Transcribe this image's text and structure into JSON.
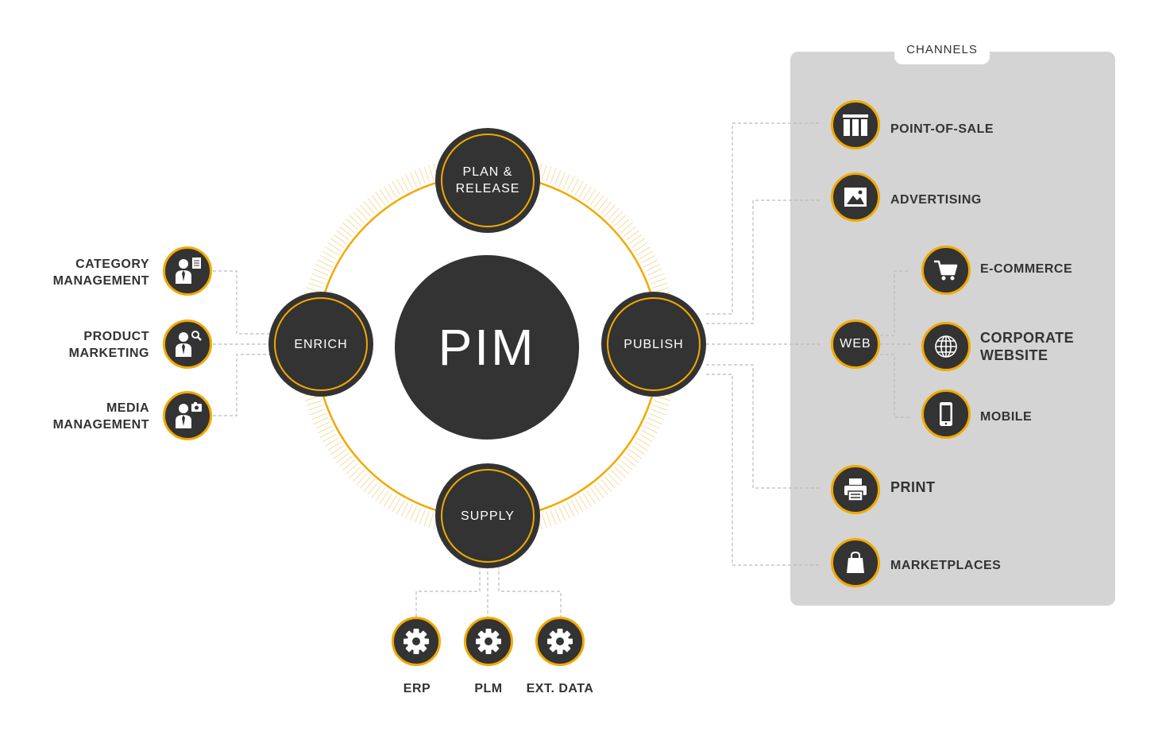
{
  "center": {
    "label": "PIM"
  },
  "stages": {
    "plan_release": "PLAN &\nRELEASE",
    "enrich": "ENRICH",
    "publish": "PUBLISH",
    "supply": "SUPPLY"
  },
  "enrich_sources": [
    {
      "label": "CATEGORY\nMANAGEMENT",
      "icon": "person-document-icon"
    },
    {
      "label": "PRODUCT\nMARKETING",
      "icon": "person-search-icon"
    },
    {
      "label": "MEDIA\nMANAGEMENT",
      "icon": "person-camera-icon"
    }
  ],
  "supply_sources": [
    {
      "label": "ERP",
      "icon": "gear-icon"
    },
    {
      "label": "PLM",
      "icon": "gear-icon"
    },
    {
      "label": "EXT. DATA",
      "icon": "gear-icon"
    }
  ],
  "channels": {
    "title": "CHANNELS",
    "items": {
      "point_of_sale": {
        "label": "POINT-OF-SALE",
        "icon": "shelves-icon"
      },
      "advertising": {
        "label": "ADVERTISING",
        "icon": "image-icon"
      },
      "web": {
        "label": "WEB"
      },
      "ecommerce": {
        "label": "E-COMMERCE",
        "icon": "cart-icon"
      },
      "corporate_website": {
        "label": "CORPORATE\nWEBSITE",
        "icon": "globe-icon"
      },
      "mobile": {
        "label": "MOBILE",
        "icon": "phone-icon"
      },
      "print": {
        "label": "PRINT",
        "icon": "printer-icon"
      },
      "marketplaces": {
        "label": "MARKETPLACES",
        "icon": "shopping-bag-icon"
      }
    }
  },
  "colors": {
    "accent": "#f2a900",
    "dark": "#333333",
    "panel": "#d4d4d4",
    "connector": "#bbbbbb"
  }
}
